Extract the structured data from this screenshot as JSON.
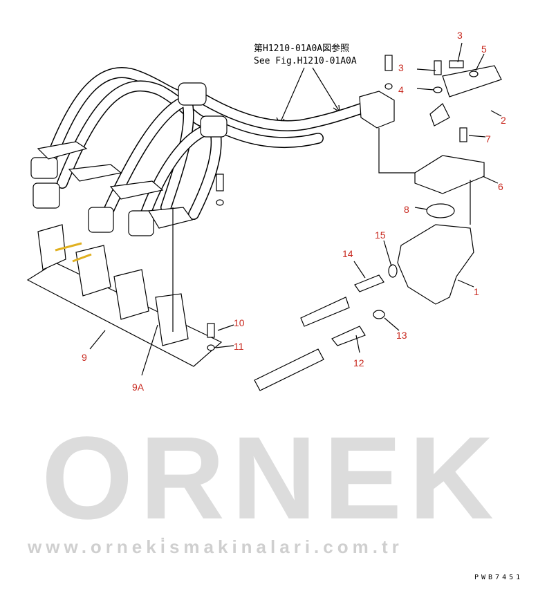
{
  "diagram": {
    "reference_text": [
      "第H1210-01A0A図参照",
      "See Fig.H1210-01A0A"
    ],
    "drawing_code": "PWB7451",
    "watermark": {
      "brand": "ORNEK",
      "url": "www.orneki̇smakinalari.com.tr"
    },
    "part_labels": {
      "p3a": "3",
      "p3b": "3",
      "p5": "5",
      "p4": "4",
      "p2": "2",
      "p7": "7",
      "p6": "6",
      "p8": "8",
      "p15": "15",
      "p14": "14",
      "p1": "1",
      "p10": "10",
      "p11": "11",
      "p13": "13",
      "p12": "12",
      "p9": "9",
      "p9a": "9A"
    },
    "label_color": "#c8281e"
  }
}
